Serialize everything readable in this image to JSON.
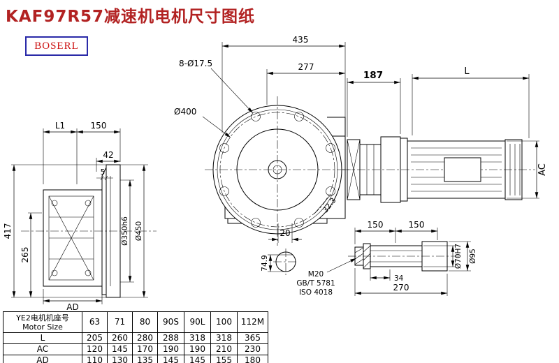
{
  "title": "KAF97R57减速机电机尺寸图纸",
  "logo": "BOSERL",
  "colors": {
    "title_text": "#b22222",
    "logo_text": "#cc1111",
    "logo_border": "#2a2aa8",
    "drawing_lines": "#000000"
  },
  "dims": {
    "left_view": {
      "l1": "L1",
      "top_150": "150",
      "w42": "42",
      "w5": "5",
      "h417": "417",
      "h265": "265",
      "ad": "AD",
      "flange_pilot": "Ø350h6",
      "flange_od": "Ø450"
    },
    "front_view": {
      "overall_435": "435",
      "w277": "277",
      "bolt_holes": "8-Ø17.5",
      "bolt_circle": "Ø400",
      "a32_3": "32.3",
      "key_20": "20",
      "shaft_74_9": "74.9"
    },
    "motor_view": {
      "w187": "187",
      "motor_l": "L",
      "motor_ac": "AC"
    },
    "shaft_detail": {
      "left_150": "150",
      "right_150": "150",
      "bolt_thread": "M20",
      "bolt_std_gb": "GB/T 5781",
      "bolt_std_iso": "ISO 4018",
      "w34": "34",
      "w270": "270",
      "bore": "Ø70H7",
      "hub_od": "Ø95"
    }
  },
  "table": {
    "header": {
      "cn": "YE2电机机座号",
      "en": "Motor Size"
    },
    "columns": [
      "63",
      "71",
      "80",
      "90S",
      "90L",
      "100",
      "112M"
    ],
    "rows": [
      {
        "label": "L",
        "values": [
          "205",
          "260",
          "280",
          "288",
          "318",
          "318",
          "365"
        ]
      },
      {
        "label": "AC",
        "values": [
          "120",
          "145",
          "170",
          "190",
          "190",
          "210",
          "230"
        ]
      },
      {
        "label": "AD",
        "values": [
          "110",
          "130",
          "135",
          "145",
          "145",
          "155",
          "180"
        ]
      }
    ]
  }
}
